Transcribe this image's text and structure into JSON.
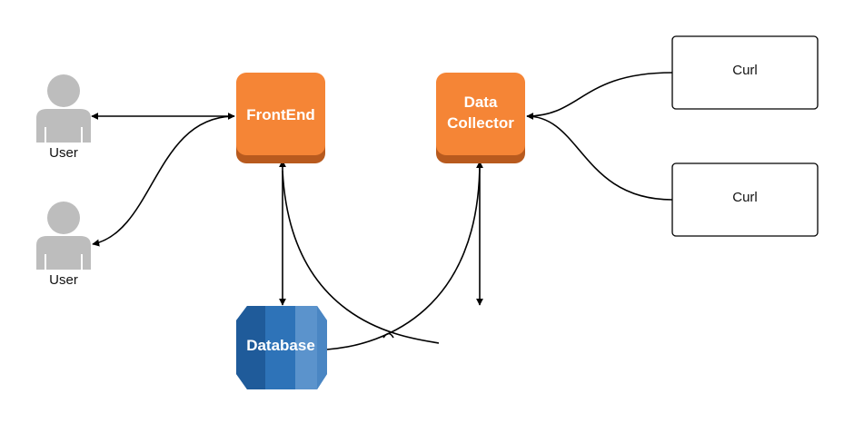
{
  "diagram": {
    "users": [
      {
        "label": "User"
      },
      {
        "label": "User"
      }
    ],
    "frontend": {
      "label": "FrontEnd"
    },
    "collector": {
      "label_line1": "Data",
      "label_line2": "Collector"
    },
    "database": {
      "label": "Database"
    },
    "curls": [
      {
        "label": "Curl"
      },
      {
        "label": "Curl"
      }
    ],
    "colors": {
      "orange": "#F58536",
      "orange_dark": "#B85A1E",
      "db_dark": "#1F5B9A",
      "db_mid": "#2E73B8",
      "db_light": "#5B93CC",
      "user_gray": "#BDBDBD"
    }
  }
}
